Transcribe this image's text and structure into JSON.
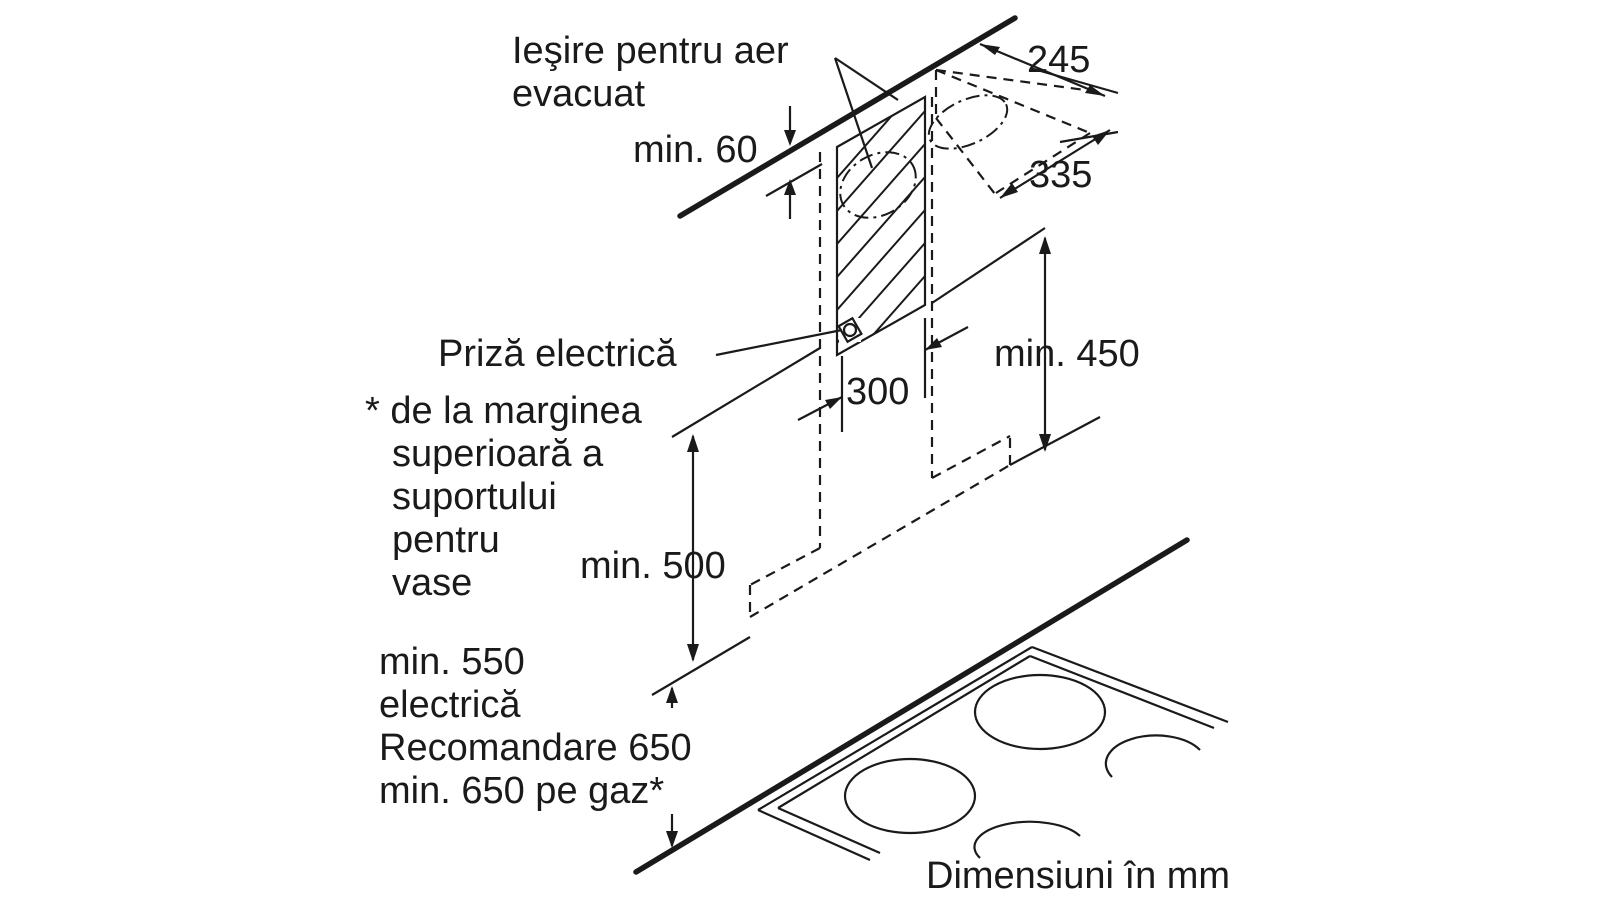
{
  "labels": {
    "exhaust_outlet_line1": "Ieşire pentru aer",
    "exhaust_outlet_line2": "evacuat",
    "min_60": "min. 60",
    "dim_245": "245",
    "dim_335": "335",
    "socket": "Priză electrică",
    "dim_300": "300",
    "min_450": "min. 450",
    "footnote_line1": "* de la marginea",
    "footnote_line2": "superioară a",
    "footnote_line3": "suportului",
    "footnote_line4": "pentru",
    "footnote_line5": "vase",
    "min_500": "min. 500",
    "hob_line1": "min. 550",
    "hob_line2": "electrică",
    "hob_line3": "Recomandare 650",
    "hob_line4": "min. 650 pe gaz*",
    "units": "Dimensiuni în mm"
  },
  "icons": {
    "socket": "power-socket-icon"
  }
}
